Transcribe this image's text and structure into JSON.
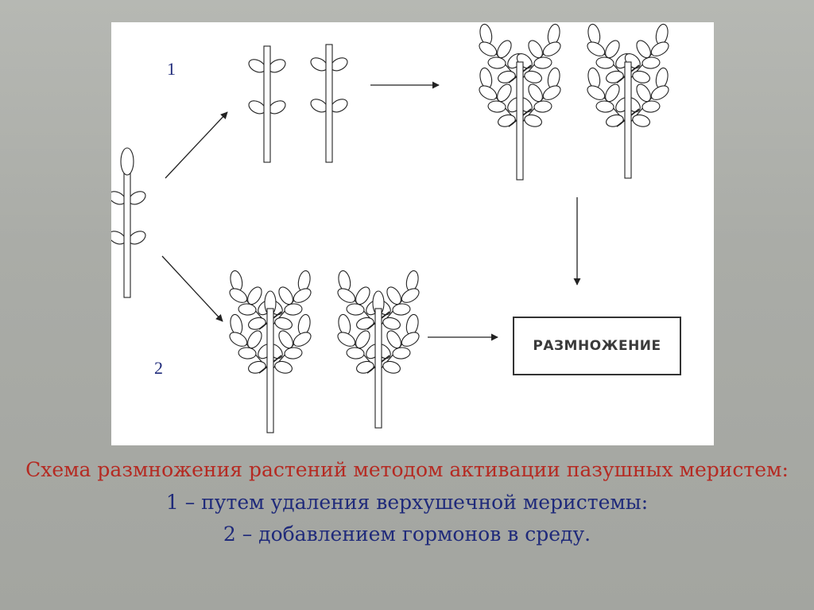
{
  "diagram": {
    "route_1_label": "1",
    "route_2_label": "2",
    "result_box_text": "РАЗМНОЖЕНИЕ"
  },
  "caption": {
    "title": "Схема размножения растений методом активации пазушных меристем:",
    "item_1": "1 – путем удаления верхушечной меристемы:",
    "item_2": "2 – добавлением гормонов в среду."
  },
  "colors": {
    "background": "#a9aba6",
    "caption_title": "#b52a22",
    "caption_items": "#1f2a7a"
  },
  "icons": [
    "source-plant-icon",
    "cut-cutting-icon",
    "branched-plant-icon",
    "arrow-icon"
  ]
}
